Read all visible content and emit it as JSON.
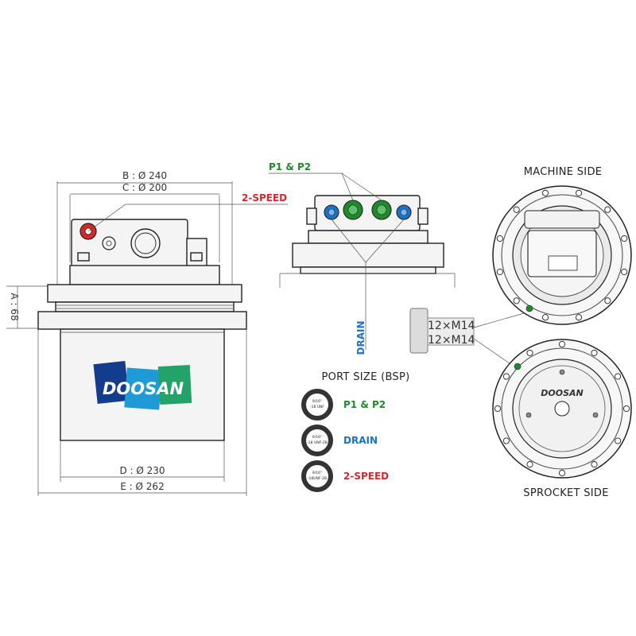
{
  "left_view": {
    "dim_b": "B : Ø 240",
    "dim_c": "C : Ø 200",
    "dim_a": "A : 68",
    "dim_d": "D : Ø 230",
    "dim_e": "E : Ø 262",
    "callout_two_speed": "2-SPEED",
    "logo_text": "DOOSAN"
  },
  "center_view": {
    "callout_p1p2": "P1 & P2",
    "callout_drain": "DRAIN"
  },
  "port_size": {
    "title": "PORT SIZE (BSP)",
    "items": [
      {
        "thread_line1": "9/16\"",
        "thread_line2": "-18 UNF",
        "label": "P1 & P2",
        "color": "#1f8a2a"
      },
      {
        "thread_line1": "9/16\"",
        "thread_line2": "-18 UNF-2B",
        "label": "DRAIN",
        "color": "#1a73c8"
      },
      {
        "thread_line1": "9/16\"",
        "thread_line2": "-18UNF-2B",
        "label": "2-SPEED",
        "color": "#d9262b"
      }
    ]
  },
  "right_view": {
    "machine_side": "MACHINE SIDE",
    "sprocket_side": "SPROCKET SIDE",
    "bolt_top": "12×M14",
    "bolt_bottom": "12×M14",
    "hub_logo": "DOOSAN"
  },
  "colors": {
    "green": "#1f8a2a",
    "blue": "#1a73c8",
    "red": "#d9262b",
    "logo_blue_dark": "#143c8c",
    "logo_blue_light": "#1e9ad6",
    "logo_green": "#23a36a"
  }
}
